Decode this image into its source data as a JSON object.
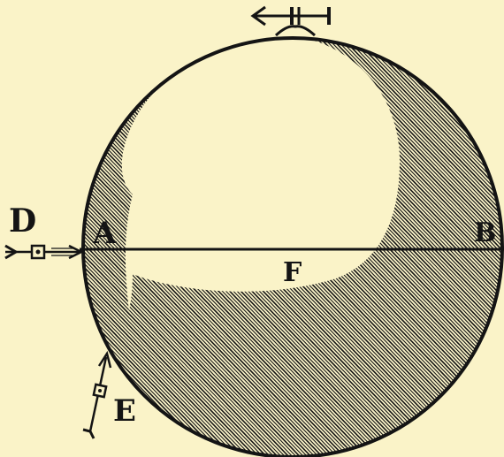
{
  "figure": {
    "colors": {
      "paper": "#faf3c8",
      "ink": "#141414"
    },
    "points": {
      "A": "A",
      "B": "B",
      "D": "D",
      "E": "E",
      "F": "F"
    },
    "icons": [
      "arrow-left-icon",
      "arrow-right-icon",
      "arrow-up-icon"
    ]
  }
}
